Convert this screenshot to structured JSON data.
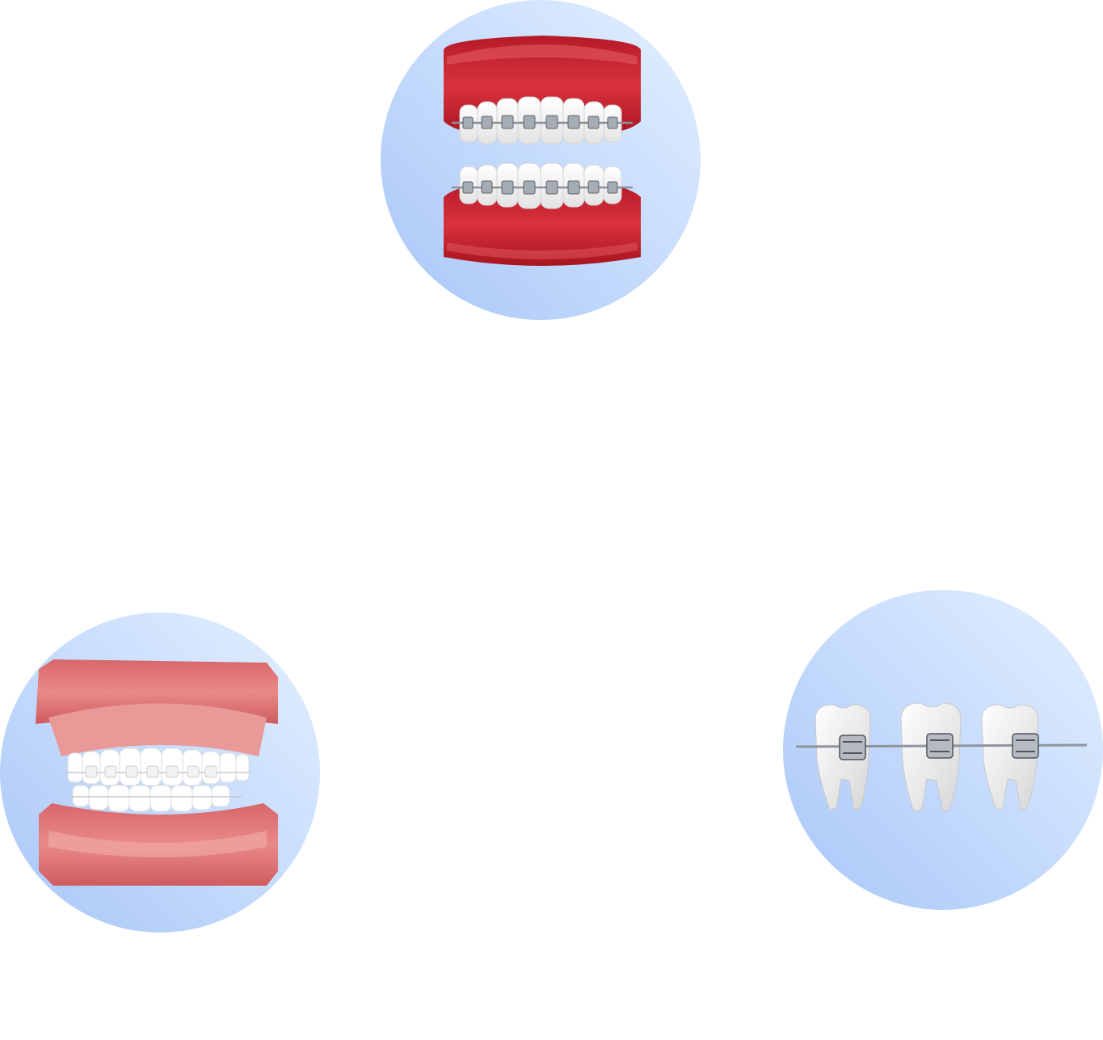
{
  "bubbles": [
    {
      "id": "metal-braces-jaw-model",
      "subject": "metal-braces-jaw-model-image"
    },
    {
      "id": "ceramic-braces-jaw-model",
      "subject": "ceramic-braces-jaw-model-image"
    },
    {
      "id": "braces-on-molars",
      "subject": "braces-on-molars-image"
    }
  ],
  "colors": {
    "bubble_light": "#e3efff",
    "bubble_dark": "#a8c6f7",
    "gum_red": "#c8232f",
    "gum_pink": "#e27e7e",
    "tooth_white": "#f4f4f4",
    "metal": "#9aa0a8"
  }
}
